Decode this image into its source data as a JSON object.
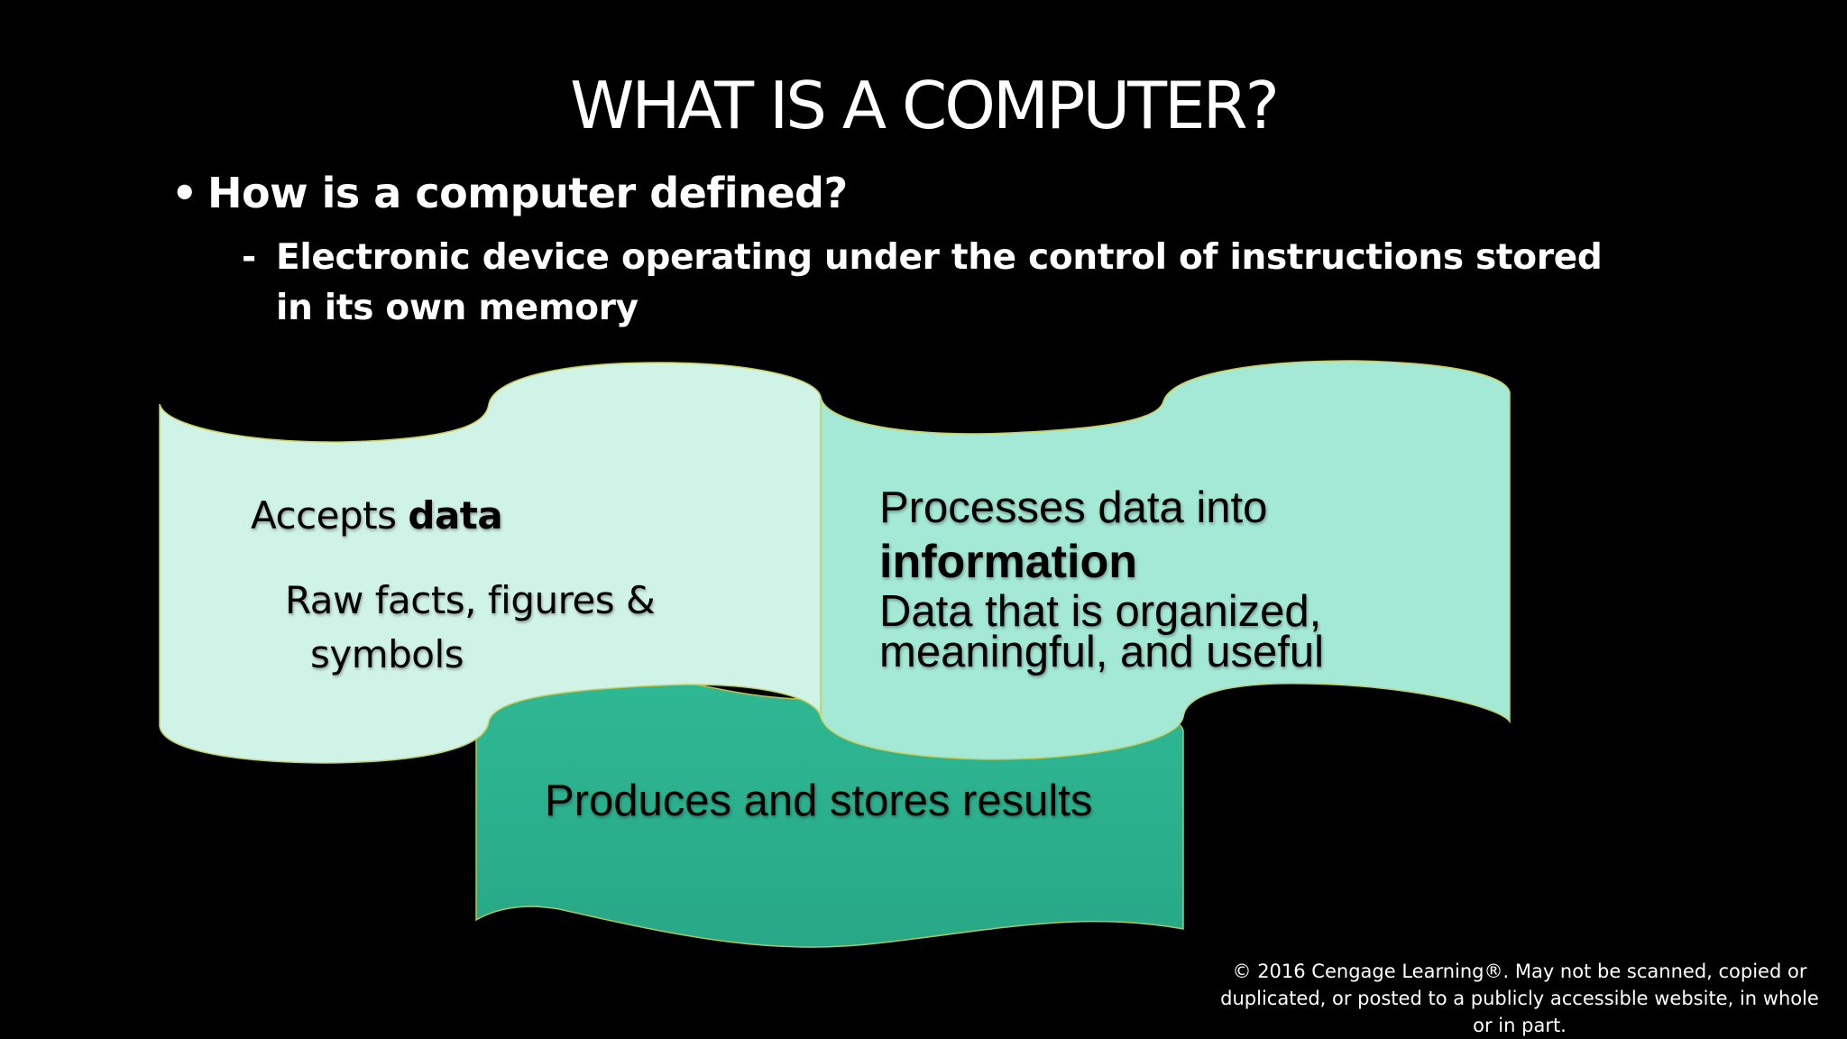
{
  "slide": {
    "title": "WHAT IS A COMPUTER?",
    "bullet": {
      "marker": "•",
      "text": "How is a computer defined?"
    },
    "sub_bullet": {
      "marker": "-",
      "text": "Electronic device operating under the control of instructions stored in its own memory"
    }
  },
  "diagram": {
    "accepts": {
      "prefix": "Accepts ",
      "keyword": "data",
      "definition_line1": "Raw facts, figures &",
      "definition_line2": "symbols",
      "color": "#d0f3e8"
    },
    "processes": {
      "prefix": "Processes data into",
      "keyword": "information",
      "definition": "Data that is organized, meaningful, and useful",
      "color": "#a3e9d5"
    },
    "produces": {
      "text": "Produces and stores results",
      "color": "#2bb18e"
    }
  },
  "footer": {
    "copyright": "© 2016 Cengage Learning®. May not be scanned, copied or duplicated, or posted to a publicly accessible website, in whole or in part."
  }
}
